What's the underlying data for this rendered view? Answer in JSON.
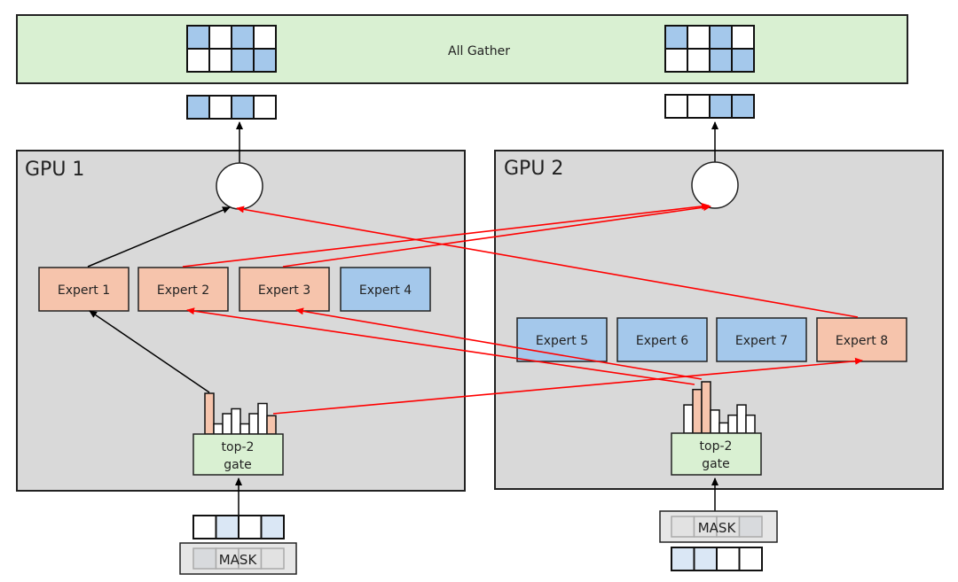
{
  "all_gather": {
    "label": "All Gather",
    "left_grid": [
      [
        "blue",
        "white",
        "blue",
        "white"
      ],
      [
        "white",
        "white",
        "blue",
        "blue"
      ]
    ],
    "right_grid": [
      [
        "blue",
        "white",
        "blue",
        "white"
      ],
      [
        "white",
        "white",
        "blue",
        "blue"
      ]
    ]
  },
  "gpu1": {
    "label": "GPU 1",
    "output_tokens": [
      "blue",
      "white",
      "blue",
      "white"
    ],
    "experts": [
      {
        "label": "Expert 1",
        "active": true
      },
      {
        "label": "Expert 2",
        "active": true
      },
      {
        "label": "Expert 3",
        "active": true
      },
      {
        "label": "Expert 4",
        "active": false
      }
    ],
    "gate": {
      "line1": "top-2",
      "line2": "gate",
      "bars": [
        1.0,
        0.25,
        0.5,
        0.62,
        0.25,
        0.5,
        0.75,
        0.45
      ],
      "selected": [
        0,
        7
      ]
    },
    "input_tokens": [
      "white",
      "lightblue",
      "white",
      "lightblue"
    ],
    "mask_label": "MASK"
  },
  "gpu2": {
    "label": "GPU 2",
    "output_tokens": [
      "white",
      "white",
      "blue",
      "blue"
    ],
    "experts": [
      {
        "label": "Expert 5",
        "active": false
      },
      {
        "label": "Expert 6",
        "active": false
      },
      {
        "label": "Expert 7",
        "active": false
      },
      {
        "label": "Expert 8",
        "active": true
      }
    ],
    "gate": {
      "line1": "top-2",
      "line2": "gate",
      "bars": [
        0.55,
        0.85,
        1.0,
        0.45,
        0.2,
        0.35,
        0.55,
        0.35
      ],
      "selected": [
        1,
        2
      ]
    },
    "mask_label": "MASK",
    "input_tokens": [
      "lightblue",
      "lightblue",
      "white",
      "white"
    ]
  },
  "colors": {
    "blue": "#a4c8eb",
    "lightblue": "#dae7f5",
    "white": "#ffffff",
    "expert_active": "#f6c4ac",
    "expert_idle": "#a4c8eb",
    "gpu_bg": "#d9d9d9",
    "green": "#d9f0d2",
    "route": "#ff0000"
  }
}
